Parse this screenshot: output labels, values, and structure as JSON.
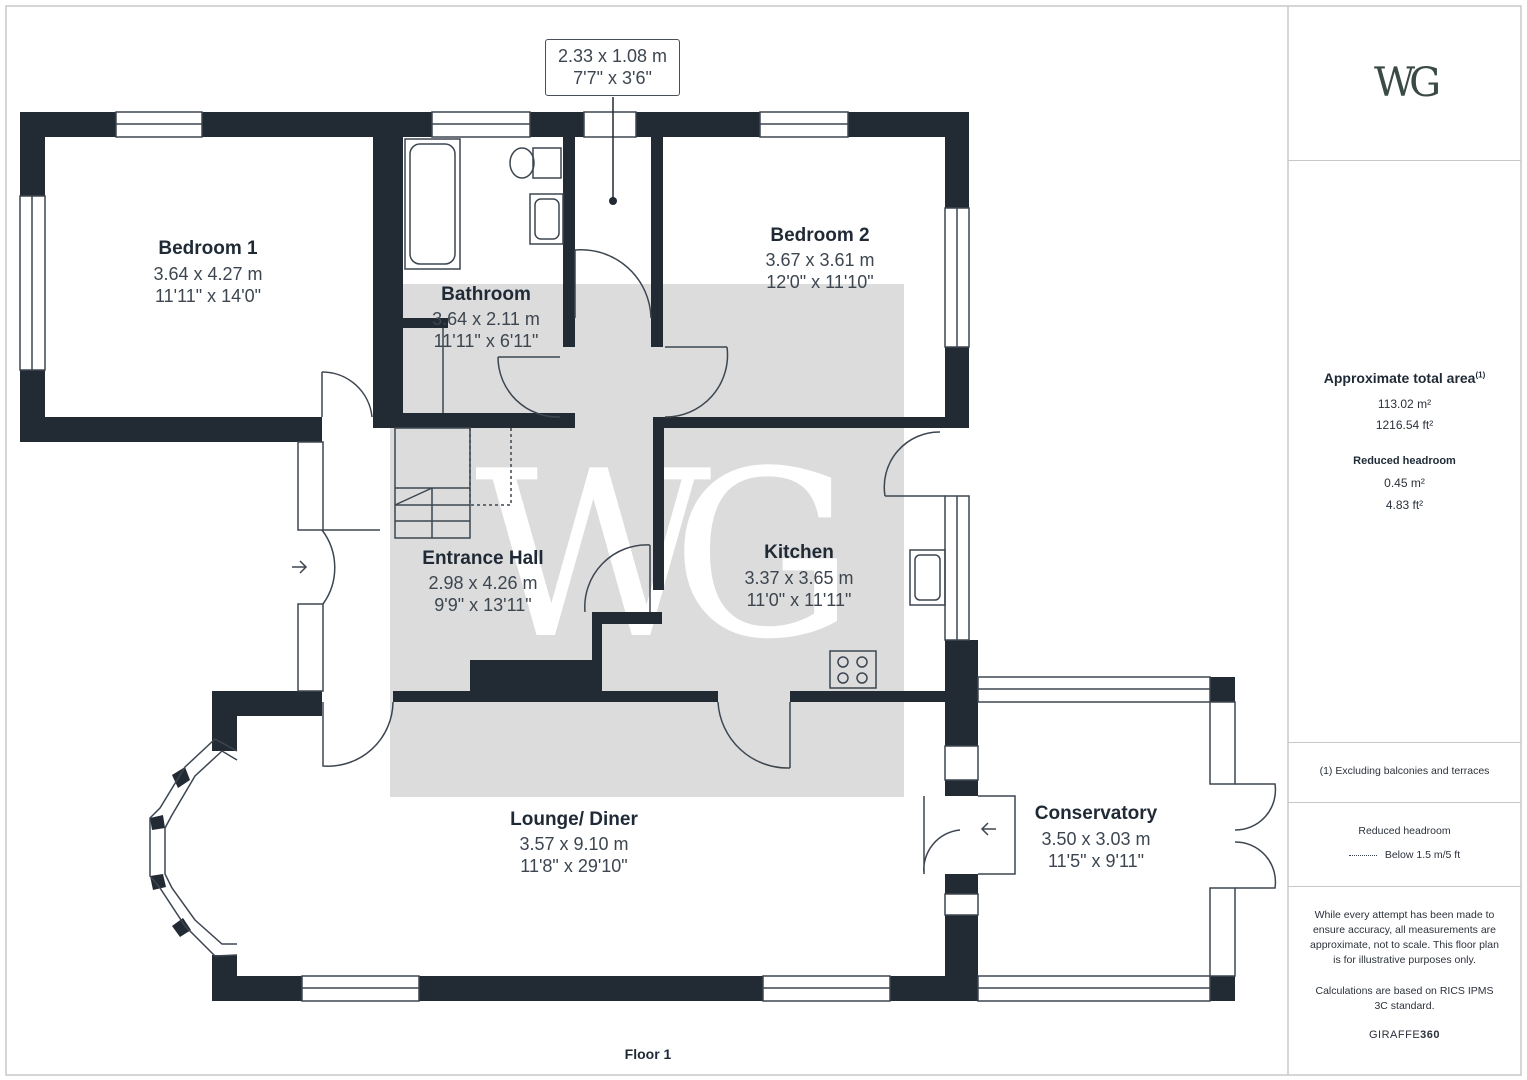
{
  "floor_label": "Floor 1",
  "callout": {
    "metric": "2.33 x 1.08 m",
    "imperial": "7'7\" x 3'6\""
  },
  "rooms": [
    {
      "name": "Bedroom 1",
      "metric": "3.64 x 4.27 m",
      "imperial": "11'11\" x 14'0\""
    },
    {
      "name": "Bathroom",
      "metric": "3.64 x 2.11 m",
      "imperial": "11'11\" x 6'11\""
    },
    {
      "name": "Bedroom 2",
      "metric": "3.67 x 3.61 m",
      "imperial": "12'0\" x 11'10\""
    },
    {
      "name": "Entrance Hall",
      "metric": "2.98 x 4.26 m",
      "imperial": "9'9\" x 13'11\""
    },
    {
      "name": "Kitchen",
      "metric": "3.37 x 3.65 m",
      "imperial": "11'0\" x 11'11\""
    },
    {
      "name": "Lounge/ Diner",
      "metric": "3.57 x 9.10 m",
      "imperial": "11'8\" x 29'10\""
    },
    {
      "name": "Conservatory",
      "metric": "3.50 x 3.03 m",
      "imperial": "11'5\" x 9'11\""
    }
  ],
  "sidebar": {
    "logo": "WG",
    "area_title": "Approximate total area",
    "area_note_marker": "(1)",
    "area_m2": "113.02 m²",
    "area_ft2": "1216.54 ft²",
    "reduced_title": "Reduced headroom",
    "reduced_m2": "0.45 m²",
    "reduced_ft2": "4.83 ft²",
    "footnote": "(1) Excluding balconies and terraces",
    "legend_title": "Reduced headroom",
    "legend_item": "Below 1.5 m/5 ft",
    "disclaimer": "While every attempt has been made to ensure accuracy, all measurements are approximate, not to scale. This floor plan is for illustrative purposes only.",
    "calc_note": "Calculations are based on RICS IPMS 3C standard.",
    "brand_a": "GIRAFFE",
    "brand_b": "360"
  },
  "colors": {
    "wall": "#222a33",
    "watermark_box": "#dcdcdc",
    "frame": "#c8c8c8",
    "text": "#2b313a"
  }
}
